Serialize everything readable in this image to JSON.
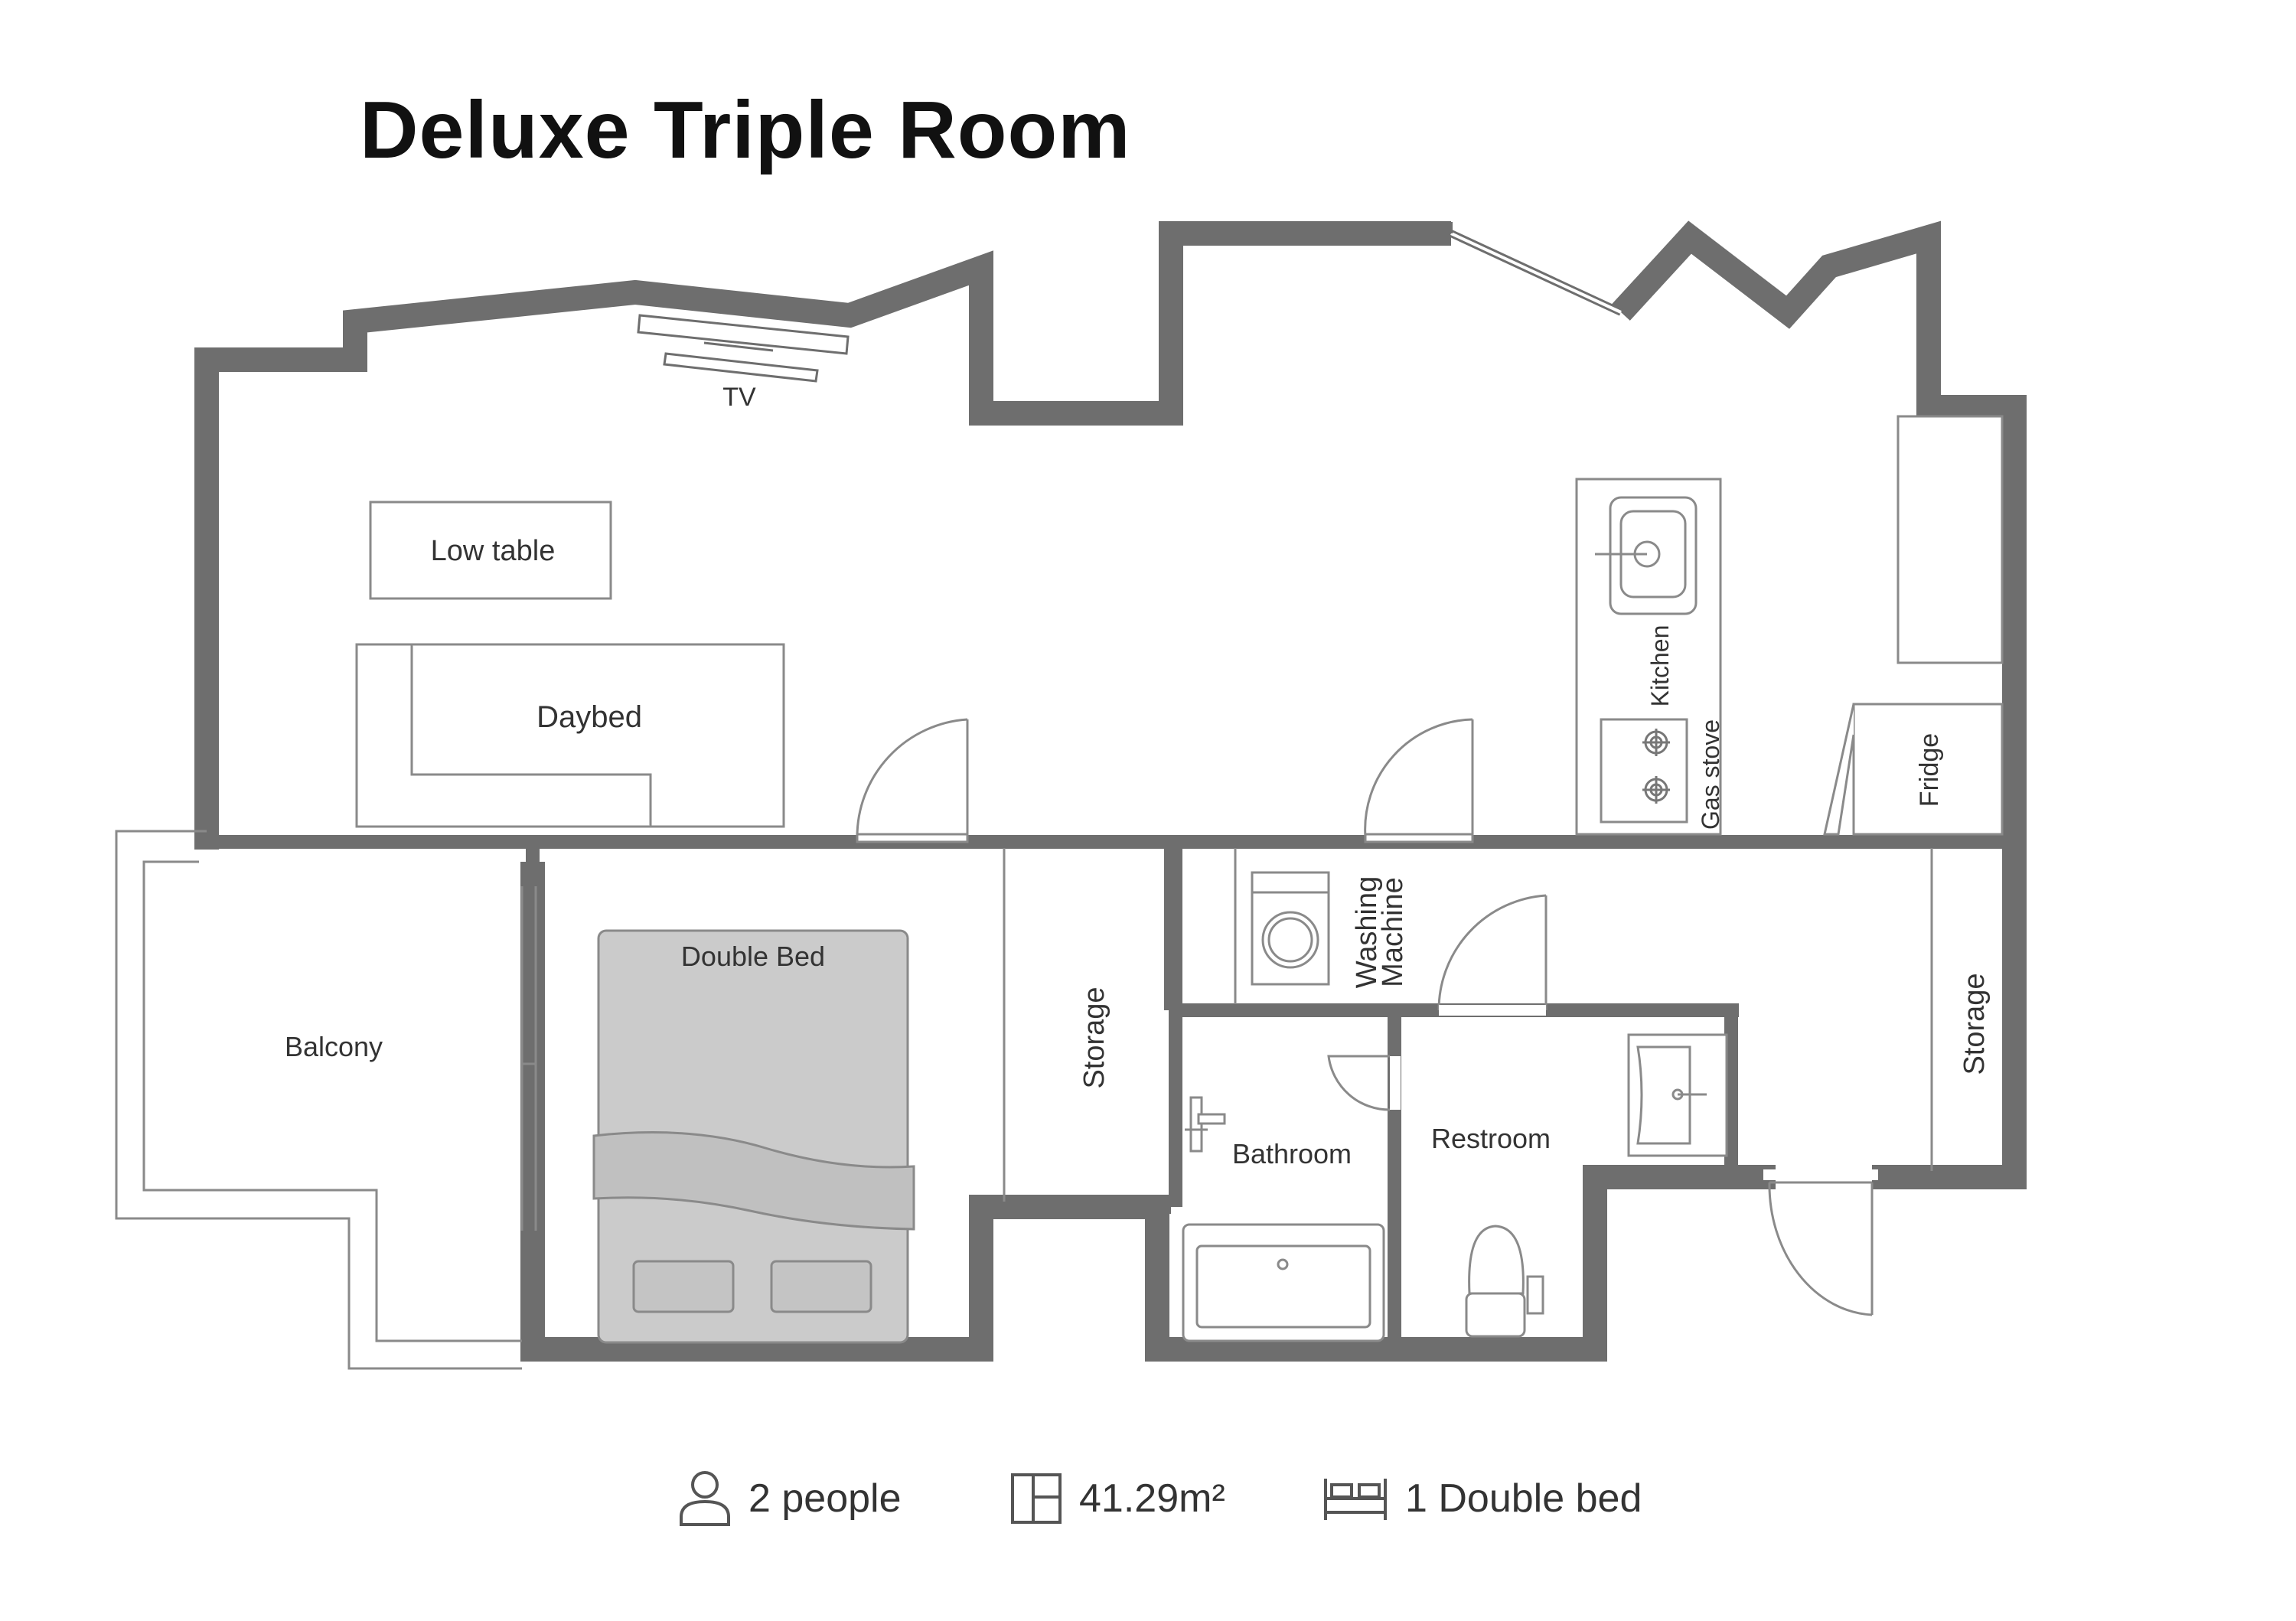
{
  "title": "Deluxe Triple Room",
  "rooms": {
    "tv": "TV",
    "low_table": "Low table",
    "daybed": "Daybed",
    "kitchen": "Kitchen",
    "gas_stove": "Gas stove",
    "fridge": "Fridge",
    "balcony": "Balcony",
    "double_bed": "Double Bed",
    "storage_left": "Storage",
    "washing_line1": "Washing",
    "washing_line2": "Machine",
    "bathroom": "Bathroom",
    "restroom": "Restroom",
    "storage_right": "Storage"
  },
  "footer": {
    "people": "2 people",
    "area": "41.29m²",
    "bed": "1 Double bed"
  },
  "colors": {
    "wall": "#6e6e6e",
    "bed_fill": "#cbcbcb",
    "line": "#8a8a8a",
    "text": "#333333"
  },
  "icons": {
    "people": "person-icon",
    "area": "floor-area-icon",
    "bed": "bed-icon"
  }
}
